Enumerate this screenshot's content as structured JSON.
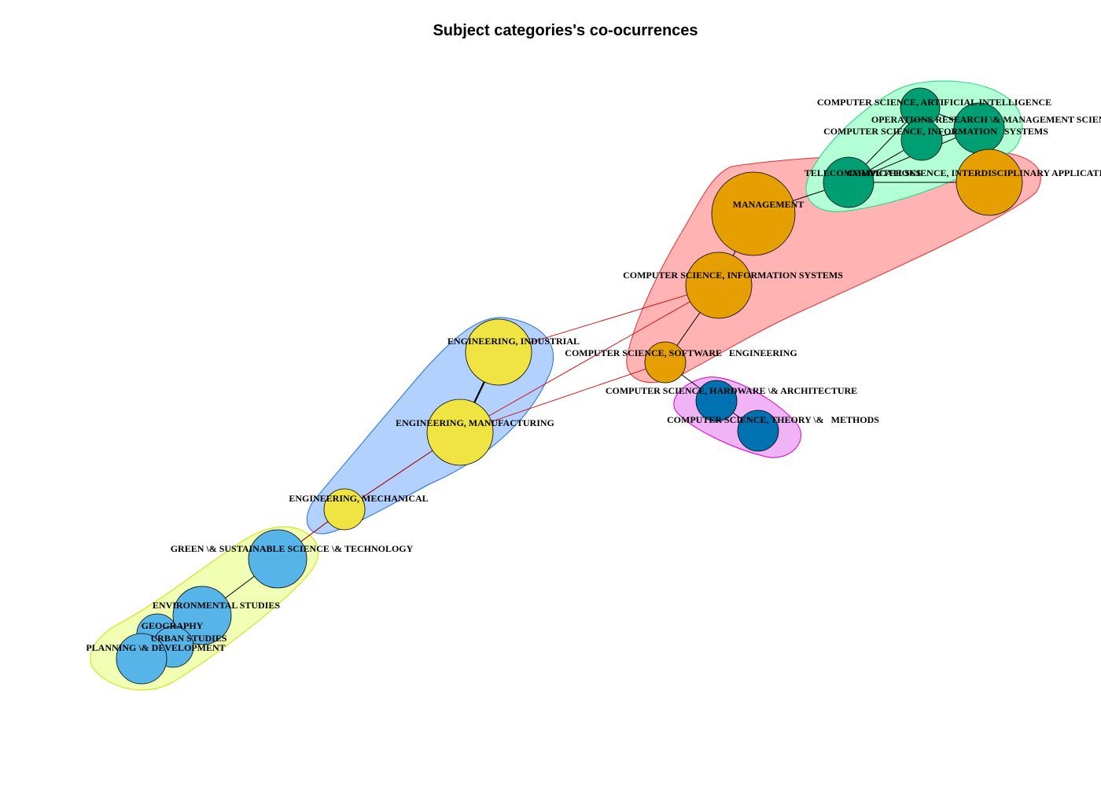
{
  "title": "Subject categories's co-ocurrences",
  "colors": {
    "yellow": "#F0E442",
    "orange": "#E69F00",
    "green": "#009E73",
    "skyblue": "#56B4E9",
    "blue": "#0072B2",
    "hull_blue": "#B3D1FF",
    "hull_red": "#FFB3B3",
    "hull_green": "#B3FFD6",
    "hull_yellow": "#F0FFB3",
    "hull_pink": "#F0B3F5",
    "inter_edge": "#CC0000",
    "intra_edge": "#000000"
  },
  "nodes": [
    {
      "id": "ai",
      "label": "COMPUTER SCIENCE, ARTIFICIAL INTELLIGENCE",
      "group": "green"
    },
    {
      "id": "or",
      "label": "OPERATIONS RESEARCH \\& MANAGEMENT SCIENCE",
      "group": "green"
    },
    {
      "id": "cs_is2",
      "label": "COMPUTER SCIENCE, INFORMATION   SYSTEMS",
      "group": "green"
    },
    {
      "id": "tele",
      "label": "TELECOMMUNICATIONS",
      "group": "green"
    },
    {
      "id": "cs_ia",
      "label": "COMPUTER SCIENCE, INTERDISCIPLINARY APPLICATIONS",
      "group": "orange"
    },
    {
      "id": "mgmt",
      "label": "MANAGEMENT",
      "group": "orange"
    },
    {
      "id": "cs_is",
      "label": "COMPUTER SCIENCE, INFORMATION SYSTEMS",
      "group": "orange"
    },
    {
      "id": "cs_se",
      "label": "COMPUTER SCIENCE, SOFTWARE   ENGINEERING",
      "group": "orange"
    },
    {
      "id": "cs_hw",
      "label": "COMPUTER SCIENCE, HARDWARE \\& ARCHITECTURE",
      "group": "blue"
    },
    {
      "id": "cs_th",
      "label": "COMPUTER SCIENCE, THEORY \\&   METHODS",
      "group": "blue"
    },
    {
      "id": "eng_ind",
      "label": "ENGINEERING, INDUSTRIAL",
      "group": "yellow"
    },
    {
      "id": "eng_man",
      "label": "ENGINEERING, MANUFACTURING",
      "group": "yellow"
    },
    {
      "id": "eng_mech",
      "label": "ENGINEERING, MECHANICAL",
      "group": "yellow"
    },
    {
      "id": "green",
      "label": "GREEN \\& SUSTAINABLE SCIENCE \\& TECHNOLOGY",
      "group": "skyblue"
    },
    {
      "id": "env",
      "label": "ENVIRONMENTAL STUDIES",
      "group": "skyblue"
    },
    {
      "id": "geo",
      "label": "GEOGRAPHY",
      "group": "skyblue"
    },
    {
      "id": "urban",
      "label": "URBAN STUDIES",
      "group": "skyblue"
    },
    {
      "id": "plan",
      "label": "PLANNING \\& DEVELOPMENT",
      "group": "skyblue"
    }
  ],
  "edges": [
    {
      "from": "eng_ind",
      "to": "eng_man",
      "type": "intra",
      "weight": 2
    },
    {
      "from": "eng_man",
      "to": "eng_mech",
      "type": "intra",
      "weight": 1
    },
    {
      "from": "eng_mech",
      "to": "green",
      "type": "intra",
      "weight": 1
    },
    {
      "from": "eng_ind",
      "to": "cs_is",
      "type": "inter",
      "weight": 1
    },
    {
      "from": "eng_man",
      "to": "cs_is",
      "type": "inter",
      "weight": 1
    },
    {
      "from": "eng_man",
      "to": "cs_se",
      "type": "inter",
      "weight": 1
    },
    {
      "from": "eng_mech",
      "to": "eng_man",
      "type": "inter",
      "weight": 1
    },
    {
      "from": "eng_mech",
      "to": "green",
      "type": "inter",
      "weight": 1
    },
    {
      "from": "mgmt",
      "to": "cs_is",
      "type": "intra",
      "weight": 1
    },
    {
      "from": "cs_is",
      "to": "cs_se",
      "type": "intra",
      "weight": 1
    },
    {
      "from": "mgmt",
      "to": "tele",
      "type": "intra",
      "weight": 1
    },
    {
      "from": "tele",
      "to": "cs_ia",
      "type": "intra",
      "weight": 1
    },
    {
      "from": "cs_se",
      "to": "cs_hw",
      "type": "intra",
      "weight": 1
    },
    {
      "from": "cs_hw",
      "to": "cs_th",
      "type": "intra",
      "weight": 1
    },
    {
      "from": "tele",
      "to": "ai",
      "type": "intra",
      "weight": 1
    },
    {
      "from": "tele",
      "to": "cs_is2",
      "type": "intra",
      "weight": 1
    },
    {
      "from": "tele",
      "to": "or",
      "type": "intra",
      "weight": 1
    },
    {
      "from": "ai",
      "to": "cs_is2",
      "type": "intra",
      "weight": 1
    },
    {
      "from": "cs_is2",
      "to": "or",
      "type": "intra",
      "weight": 1
    },
    {
      "from": "ai",
      "to": "or",
      "type": "intra",
      "weight": 1
    },
    {
      "from": "green",
      "to": "env",
      "type": "intra",
      "weight": 1
    },
    {
      "from": "env",
      "to": "geo",
      "type": "intra",
      "weight": 1
    },
    {
      "from": "env",
      "to": "urban",
      "type": "intra",
      "weight": 1
    },
    {
      "from": "env",
      "to": "plan",
      "type": "intra",
      "weight": 1
    },
    {
      "from": "geo",
      "to": "urban",
      "type": "intra",
      "weight": 1
    },
    {
      "from": "geo",
      "to": "plan",
      "type": "intra",
      "weight": 1
    },
    {
      "from": "urban",
      "to": "plan",
      "type": "intra",
      "weight": 1
    }
  ],
  "clusters": [
    {
      "id": "cluster-blue",
      "color": "hull_blue"
    },
    {
      "id": "cluster-red",
      "color": "hull_red"
    },
    {
      "id": "cluster-green",
      "color": "hull_green"
    },
    {
      "id": "cluster-yellow",
      "color": "hull_yellow"
    },
    {
      "id": "cluster-pink",
      "color": "hull_pink"
    }
  ]
}
